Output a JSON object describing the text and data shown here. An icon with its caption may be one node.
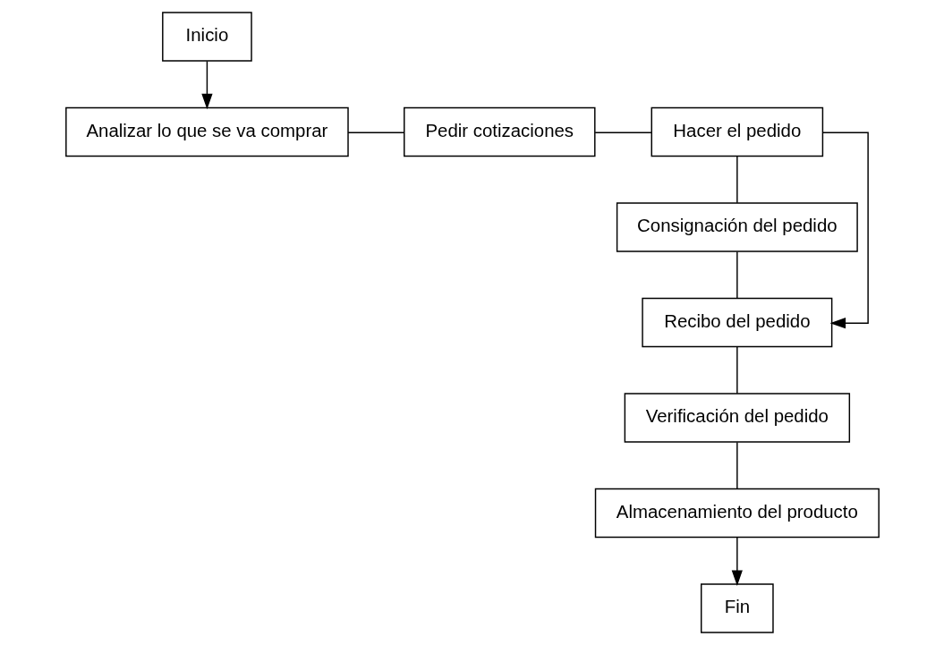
{
  "diagram": {
    "nodes": [
      {
        "text": [
          "Inicio"
        ]
      },
      {
        "text": [
          "Analizar lo que se va comprar"
        ]
      },
      {
        "text": [
          "Pedir cotizaciones"
        ]
      },
      {
        "text": [
          "Hacer el pedido"
        ]
      },
      {
        "text": [
          "Consignación del pedido"
        ]
      },
      {
        "text": [
          "Recibo del pedido"
        ]
      },
      {
        "text": [
          "Verificación del pedido"
        ]
      },
      {
        "text": [
          "Almacenamiento del producto"
        ]
      },
      {
        "text": [
          "Fin"
        ]
      }
    ],
    "edges": [
      {
        "from": 0,
        "to": 1,
        "arrow": "to"
      },
      {
        "from": 1,
        "to": 2,
        "arrow": "none"
      },
      {
        "from": 2,
        "to": 3,
        "arrow": "none"
      },
      {
        "from": 3,
        "to": 4,
        "arrow": "none"
      },
      {
        "from": 4,
        "to": 5,
        "arrow": "none"
      },
      {
        "from": 5,
        "to": 6,
        "arrow": "none"
      },
      {
        "from": 6,
        "to": 7,
        "arrow": "none"
      },
      {
        "from": 7,
        "to": 8,
        "arrow": "to"
      },
      {
        "from": 3,
        "to": 5,
        "arrow": "to"
      }
    ]
  }
}
